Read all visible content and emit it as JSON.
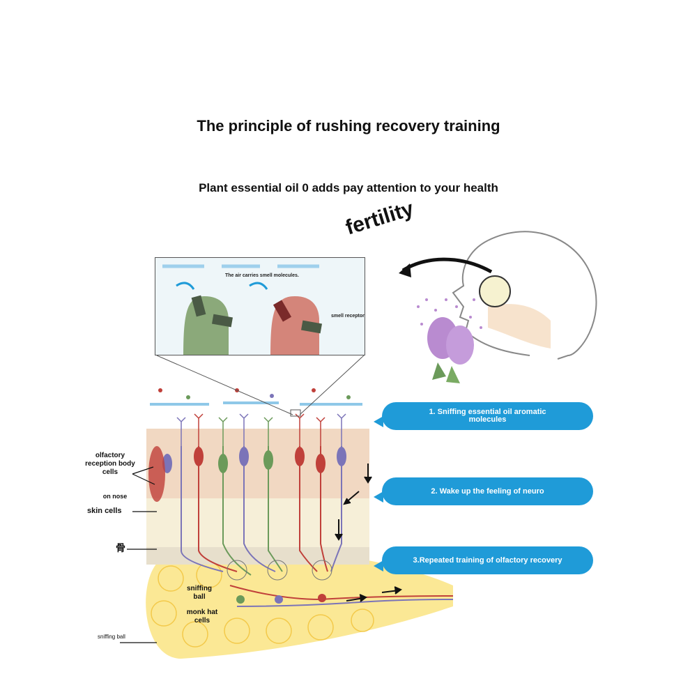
{
  "title": "The principle of rushing recovery training",
  "subtitle": "Plant essential oil 0 adds pay attention to your health",
  "rotated_label": "fertility",
  "inset": {
    "air_caption": "The air carries smell molecules.",
    "receptor_caption": "smell receptor"
  },
  "left_labels": {
    "olfactory": "olfactory reception body cells",
    "on_nose": "on nose",
    "skin_cells": "skin cells",
    "bone": "骨",
    "sniffing_ball_bottom": "sniffing ball"
  },
  "bulb_labels": {
    "sniffing_ball": "sniffing ball",
    "monk_hat": "monk hat cells"
  },
  "callouts": [
    "1. Sniffing essential oil aromatic molecules",
    "2. Wake up the feeling of neuro",
    "3.Repeated training of olfactory recovery"
  ],
  "colors": {
    "callout": "#1f9bd8",
    "bulb": "#fbe58a",
    "neuron_red": "#c0403a",
    "neuron_green": "#6b9a5a",
    "neuron_purple": "#7b74b8",
    "flower": "#b98bd0"
  }
}
